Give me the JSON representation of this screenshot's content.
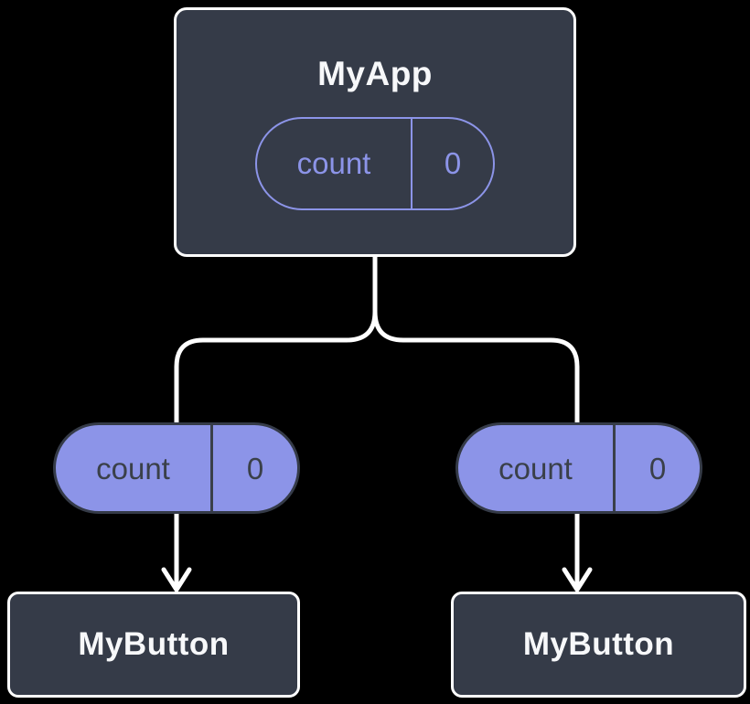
{
  "diagram": {
    "kind": "component-tree",
    "root": {
      "title": "MyApp",
      "state": {
        "name": "count",
        "value": "0"
      }
    },
    "props": [
      {
        "name": "count",
        "value": "0"
      },
      {
        "name": "count",
        "value": "0"
      }
    ],
    "children": [
      {
        "title": "MyButton"
      },
      {
        "title": "MyButton"
      }
    ]
  },
  "colors": {
    "background": "#000000",
    "node_fill": "#353B48",
    "node_border": "#FFFFFF",
    "accent_purple": "#8C94E8",
    "pill_dark_text": "#3A4049",
    "connector_line": "#FFFFFF",
    "title_text": "#F7F8FA"
  }
}
